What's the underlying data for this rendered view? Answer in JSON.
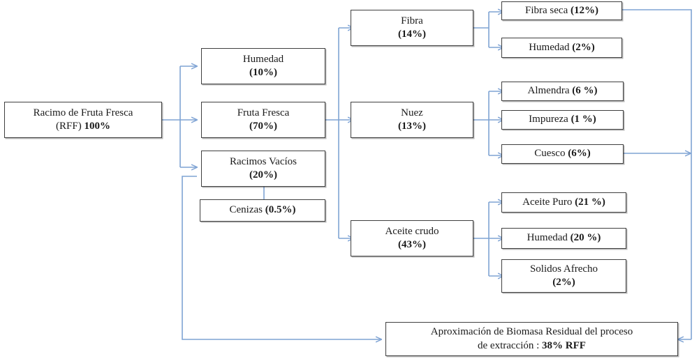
{
  "diagram": {
    "title_accent_color": "#7fa3d4",
    "box_border_color": "#3f3f3f",
    "nodes": [
      {
        "id": "rff",
        "line1": "Racimo de Fruta Fresca",
        "line2_plain": "(RFF) ",
        "line2_bold": "100%"
      },
      {
        "id": "humedad10",
        "line1": "Humedad",
        "line2_bold": "(10%)"
      },
      {
        "id": "fruta_fresca",
        "line1": "Fruta Fresca",
        "line2_bold": "(70%)"
      },
      {
        "id": "racimos",
        "line1": "Racimos Vacíos",
        "line2_bold": "(20%)"
      },
      {
        "id": "cenizas",
        "line1_plain": "Cenizas ",
        "line1_bold": "(0.5%)"
      },
      {
        "id": "fibra",
        "line1": "Fibra",
        "line2_bold": "(14%)"
      },
      {
        "id": "nuez",
        "line1": "Nuez",
        "line2_bold": "(13%)"
      },
      {
        "id": "aceite_crudo",
        "line1": "Aceite crudo",
        "line2_bold": "(43%)"
      },
      {
        "id": "fibra_seca",
        "line1_plain": "Fibra seca ",
        "line1_bold": "(12%)"
      },
      {
        "id": "humedad2",
        "line1_plain": "Humedad ",
        "line1_bold": "(2%)"
      },
      {
        "id": "almendra",
        "line1_plain": "Almendra ",
        "line1_bold": "(6 %)"
      },
      {
        "id": "impureza",
        "line1_plain": "Impureza ",
        "line1_bold": "(1 %)"
      },
      {
        "id": "cuesco",
        "line1_plain": "Cuesco ",
        "line1_bold": "(6%)"
      },
      {
        "id": "aceite_puro",
        "line1_plain": "Aceite Puro ",
        "line1_bold": "(21 %)"
      },
      {
        "id": "humedad20",
        "line1_plain": "Humedad ",
        "line1_bold": "(20 %)"
      },
      {
        "id": "solidos",
        "line1": "Solidos Afrecho",
        "line2_bold": "(2%)"
      },
      {
        "id": "biomasa",
        "line1": "Aproximación de Biomasa Residual del proceso",
        "line2_plain": "de extracción : ",
        "line2_bold": "38% RFF"
      }
    ],
    "labels": {
      "rff_l1": "Racimo de Fruta Fresca",
      "rff_l2_plain": "(RFF) ",
      "rff_l2_bold": "100%",
      "humedad10_l1": "Humedad",
      "humedad10_l2": "(10%)",
      "fruta_fresca_l1": "Fruta Fresca",
      "fruta_fresca_l2": "(70%)",
      "racimos_l1": "Racimos Vacíos",
      "racimos_l2": "(20%)",
      "cenizas_plain": "Cenizas ",
      "cenizas_bold": "(0.5%)",
      "fibra_l1": "Fibra",
      "fibra_l2": "(14%)",
      "nuez_l1": "Nuez",
      "nuez_l2": "(13%)",
      "aceite_crudo_l1": "Aceite crudo",
      "aceite_crudo_l2": "(43%)",
      "fibra_seca_plain": "Fibra seca ",
      "fibra_seca_bold": "(12%)",
      "humedad2_plain": "Humedad ",
      "humedad2_bold": "(2%)",
      "almendra_plain": "Almendra ",
      "almendra_bold": "(6 %)",
      "impureza_plain": "Impureza ",
      "impureza_bold": "(1 %)",
      "cuesco_plain": "Cuesco ",
      "cuesco_bold": "(6%)",
      "aceite_puro_plain": "Aceite Puro ",
      "aceite_puro_bold": "(21 %)",
      "humedad20_plain": "Humedad ",
      "humedad20_bold": "(20 %)",
      "solidos_l1": "Solidos Afrecho",
      "solidos_l2": "(2%)",
      "biomasa_l1": "Aproximación de Biomasa Residual del proceso",
      "biomasa_l2_plain": "de extracción : ",
      "biomasa_l2_bold": "38% RFF"
    }
  }
}
